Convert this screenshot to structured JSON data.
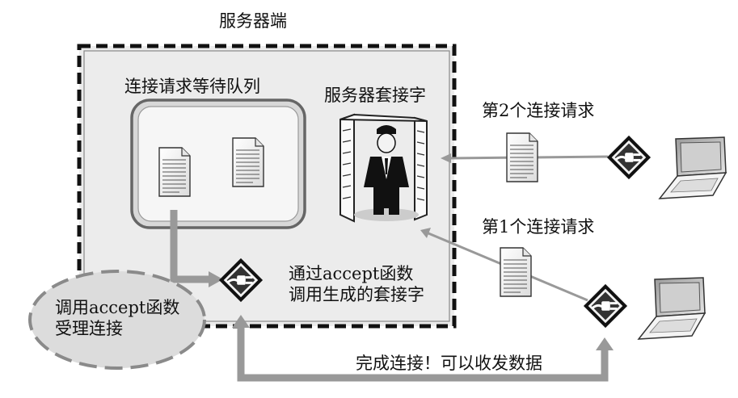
{
  "labels": {
    "server_side": "服务器端",
    "queue": "连接请求等待队列",
    "server_socket": "服务器套接字",
    "request_2": "第2个连接请求",
    "request_1": "第1个连接请求",
    "accept_socket": "通过accept函数\n调用生成的套接字",
    "call_accept": "调用accept函数\n受理连接",
    "complete": "完成连接！可以收发数据"
  },
  "icons": {
    "document": "document-icon",
    "plug": "plug-icon",
    "laptop": "laptop-icon",
    "doorman": "doorman-figure"
  }
}
